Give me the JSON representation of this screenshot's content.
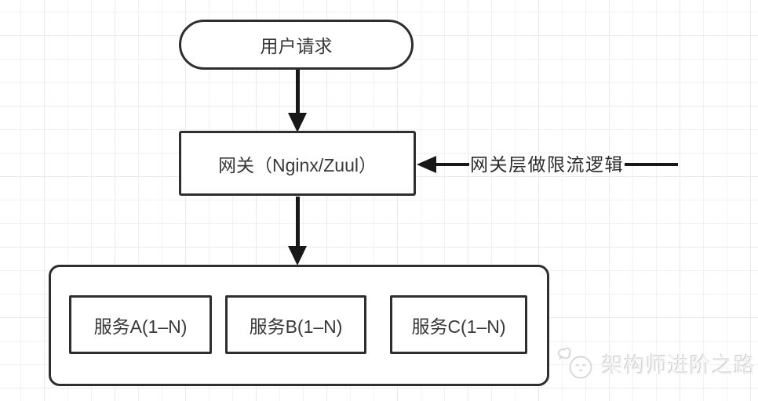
{
  "diagram": {
    "nodes": {
      "user_request": {
        "label": "用户请求"
      },
      "gateway": {
        "label": "网关（Nginx/Zuul）"
      },
      "service_a": {
        "label": "服务A(1–N)"
      },
      "service_b": {
        "label": "服务B(1–N)"
      },
      "service_c": {
        "label": "服务C(1–N)"
      }
    },
    "annotation": {
      "label": "网关层做限流逻辑"
    },
    "watermark": {
      "label": "架构师进阶之路",
      "icon": "speech-bubble-mascot-icon"
    }
  },
  "colors": {
    "background": "#ffffff",
    "grid_minor": "#f2f2f5",
    "grid_major": "#e9e9ee",
    "node_stroke": "#2e2e2e",
    "arrow": "#181818",
    "text": "#383838",
    "watermark_text": "#e8e8e8"
  }
}
